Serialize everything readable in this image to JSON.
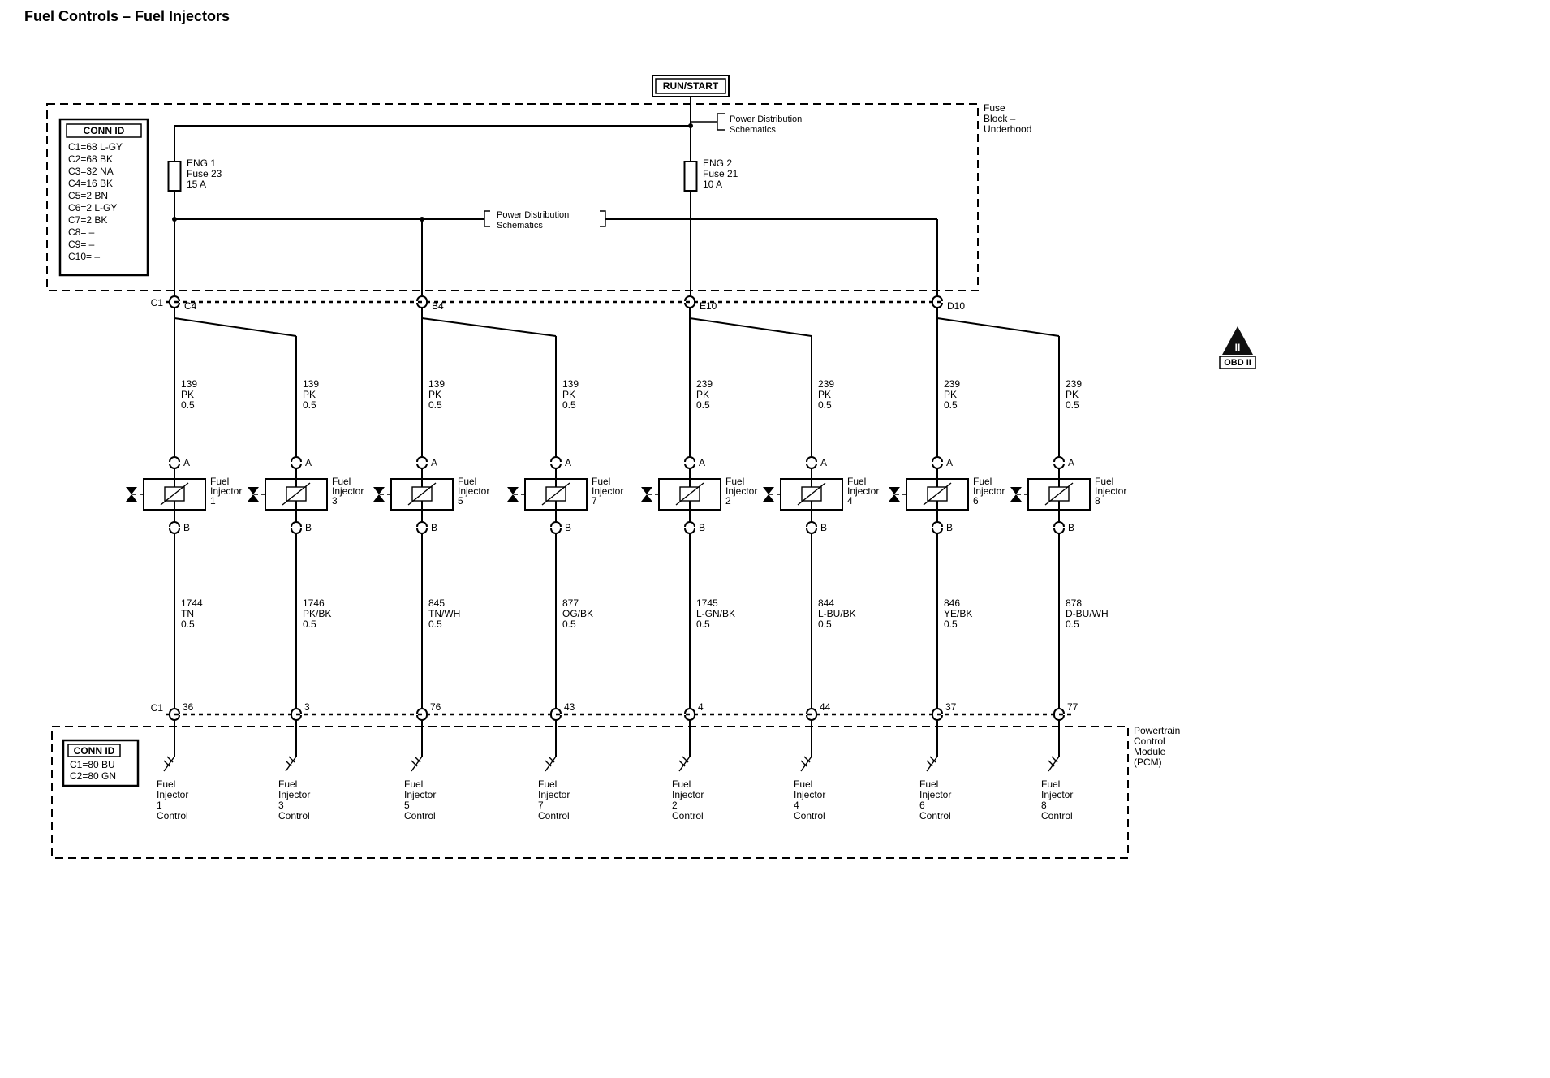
{
  "title": "Fuel Controls – Fuel Injectors",
  "power_source": "RUN/START",
  "fuse_block": {
    "name_lines": [
      "Fuse",
      "Block –",
      "Underhood"
    ],
    "conn_id_header": "CONN ID",
    "conn_id_rows": [
      "C1=68 L-GY",
      "C2=68 BK",
      "C3=32 NA",
      "C4=16 BK",
      "C5=2 BN",
      "C6=2 L-GY",
      "C7=2 BK",
      "C8= –",
      "C9= –",
      "C10= –"
    ],
    "fuse_eng1": [
      "ENG 1",
      "Fuse 23",
      "15 A"
    ],
    "fuse_eng2": [
      "ENG 2",
      "Fuse 21",
      "10 A"
    ],
    "ref1": [
      "Power Distribution",
      "Schematics"
    ],
    "ref2": [
      "Power Distribution",
      "Schematics"
    ],
    "connector_label": "C1",
    "pins": [
      "C4",
      "B4",
      "E10",
      "D10"
    ]
  },
  "obd2": {
    "triangle": "II",
    "label": "OBD II"
  },
  "columns": [
    {
      "injector_label": [
        "Fuel",
        "Injector",
        "1"
      ],
      "terminal_top": "A",
      "terminal_bottom": "B",
      "wire_top": [
        "139",
        "PK",
        "0.5"
      ],
      "wire_bottom": [
        "1744",
        "TN",
        "0.5"
      ],
      "pin": "36",
      "control_label": [
        "Fuel",
        "Injector",
        "1",
        "Control"
      ]
    },
    {
      "injector_label": [
        "Fuel",
        "Injector",
        "3"
      ],
      "terminal_top": "A",
      "terminal_bottom": "B",
      "wire_top": [
        "139",
        "PK",
        "0.5"
      ],
      "wire_bottom": [
        "1746",
        "PK/BK",
        "0.5"
      ],
      "pin": "3",
      "control_label": [
        "Fuel",
        "Injector",
        "3",
        "Control"
      ]
    },
    {
      "injector_label": [
        "Fuel",
        "Injector",
        "5"
      ],
      "terminal_top": "A",
      "terminal_bottom": "B",
      "wire_top": [
        "139",
        "PK",
        "0.5"
      ],
      "wire_bottom": [
        "845",
        "TN/WH",
        "0.5"
      ],
      "pin": "76",
      "control_label": [
        "Fuel",
        "Injector",
        "5",
        "Control"
      ]
    },
    {
      "injector_label": [
        "Fuel",
        "Injector",
        "7"
      ],
      "terminal_top": "A",
      "terminal_bottom": "B",
      "wire_top": [
        "139",
        "PK",
        "0.5"
      ],
      "wire_bottom": [
        "877",
        "OG/BK",
        "0.5"
      ],
      "pin": "43",
      "control_label": [
        "Fuel",
        "Injector",
        "7",
        "Control"
      ]
    },
    {
      "injector_label": [
        "Fuel",
        "Injector",
        "2"
      ],
      "terminal_top": "A",
      "terminal_bottom": "B",
      "wire_top": [
        "239",
        "PK",
        "0.5"
      ],
      "wire_bottom": [
        "1745",
        "L-GN/BK",
        "0.5"
      ],
      "pin": "4",
      "control_label": [
        "Fuel",
        "Injector",
        "2",
        "Control"
      ]
    },
    {
      "injector_label": [
        "Fuel",
        "Injector",
        "4"
      ],
      "terminal_top": "A",
      "terminal_bottom": "B",
      "wire_top": [
        "239",
        "PK",
        "0.5"
      ],
      "wire_bottom": [
        "844",
        "L-BU/BK",
        "0.5"
      ],
      "pin": "44",
      "control_label": [
        "Fuel",
        "Injector",
        "4",
        "Control"
      ]
    },
    {
      "injector_label": [
        "Fuel",
        "Injector",
        "6"
      ],
      "terminal_top": "A",
      "terminal_bottom": "B",
      "wire_top": [
        "239",
        "PK",
        "0.5"
      ],
      "wire_bottom": [
        "846",
        "YE/BK",
        "0.5"
      ],
      "pin": "37",
      "control_label": [
        "Fuel",
        "Injector",
        "6",
        "Control"
      ]
    },
    {
      "injector_label": [
        "Fuel",
        "Injector",
        "8"
      ],
      "terminal_top": "A",
      "terminal_bottom": "B",
      "wire_top": [
        "239",
        "PK",
        "0.5"
      ],
      "wire_bottom": [
        "878",
        "D-BU/WH",
        "0.5"
      ],
      "pin": "77",
      "control_label": [
        "Fuel",
        "Injector",
        "8",
        "Control"
      ]
    }
  ],
  "pcm": {
    "name_lines": [
      "Powertrain",
      "Control",
      "Module",
      "(PCM)"
    ],
    "conn_id_header": "CONN ID",
    "conn_id_rows": [
      "C1=80 BU",
      "C2=80 GN"
    ],
    "connector_label": "C1"
  }
}
